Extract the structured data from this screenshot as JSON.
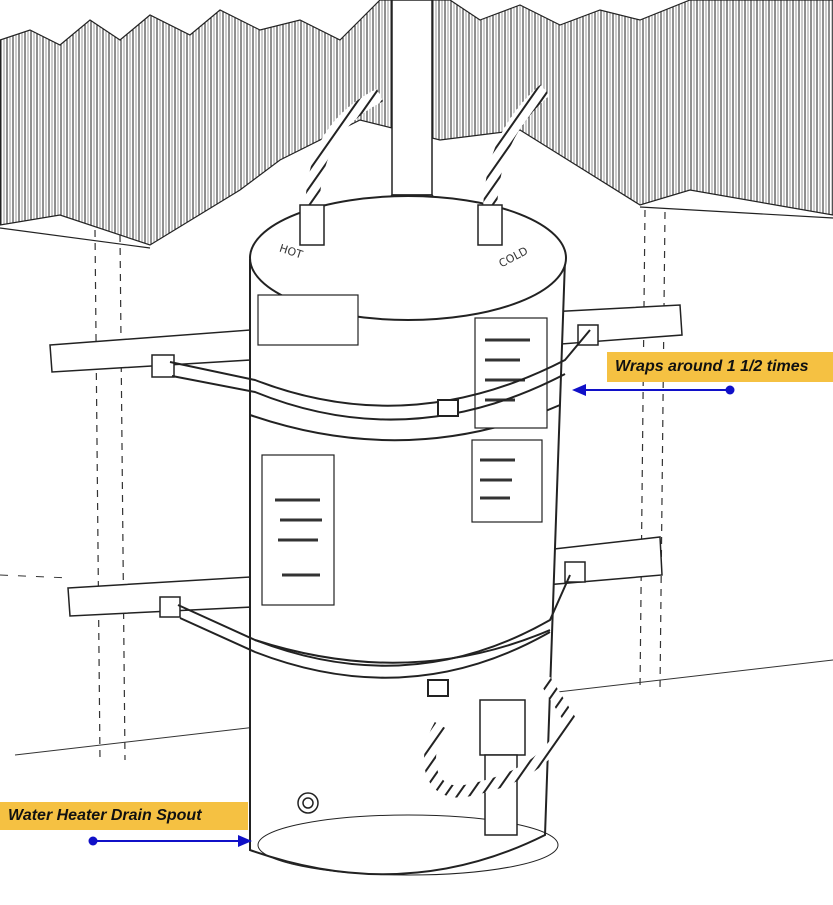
{
  "callouts": [
    {
      "text": "Wraps around 1 1/2 times",
      "color": "#f5c142"
    },
    {
      "text": "Water Heater Drain Spout",
      "color": "#f5c142"
    }
  ],
  "arrow_color": "#1010c8",
  "tank_labels": {
    "hot": "HOT",
    "cold": "COLD"
  }
}
